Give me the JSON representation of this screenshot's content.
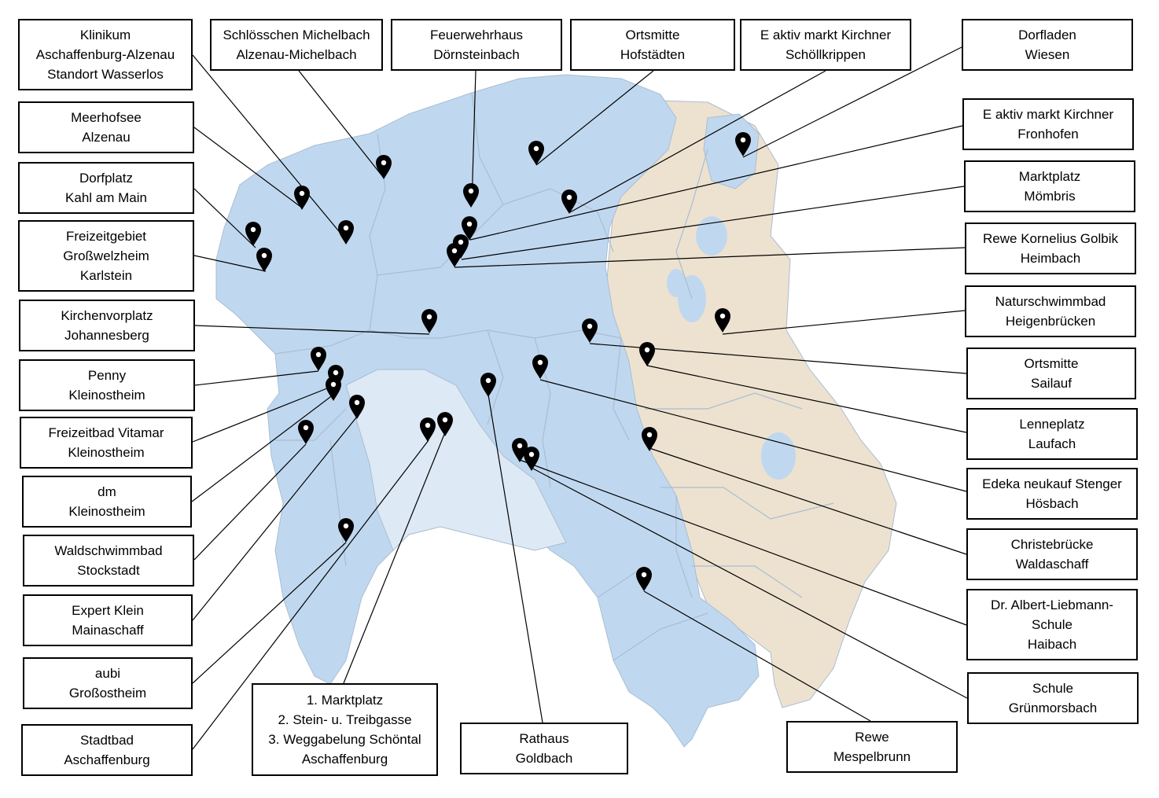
{
  "colors": {
    "district": "#c0d8ef",
    "city": "#dde9f5",
    "neighbour": "#ede2cf",
    "border": "#a9bdd2",
    "water": "#c0d8ef",
    "pin": "#000000",
    "leader": "#000000"
  },
  "pin_icon": "map-marker-icon",
  "labels": [
    {
      "id": "klinikum",
      "lines": [
        "Klinikum",
        "Aschaffenburg-Alzenau",
        "Standort Wasserlos"
      ]
    },
    {
      "id": "schloesschen",
      "lines": [
        "Schlösschen Michelbach",
        "Alzenau-Michelbach"
      ]
    },
    {
      "id": "feuerwehrhaus",
      "lines": [
        "Feuerwehrhaus",
        "Dörnsteinbach"
      ]
    },
    {
      "id": "hofstaedten",
      "lines": [
        "Ortsmitte",
        "Hofstädten"
      ]
    },
    {
      "id": "schoellkrippen",
      "lines": [
        "E aktiv markt Kirchner",
        "Schöllkrippen"
      ]
    },
    {
      "id": "wiesen",
      "lines": [
        "Dorfladen",
        "Wiesen"
      ]
    },
    {
      "id": "meerhofsee",
      "lines": [
        "Meerhofsee",
        "Alzenau"
      ]
    },
    {
      "id": "fronhofen",
      "lines": [
        "E aktiv markt Kirchner",
        "Fronhofen"
      ]
    },
    {
      "id": "kahl",
      "lines": [
        "Dorfplatz",
        "Kahl am Main"
      ]
    },
    {
      "id": "moembris",
      "lines": [
        "Marktplatz",
        "Mömbris"
      ]
    },
    {
      "id": "karlstein",
      "lines": [
        "Freizeitgebiet",
        "Großwelzheim",
        "Karlstein"
      ]
    },
    {
      "id": "heimbach",
      "lines": [
        "Rewe Kornelius Golbik",
        "Heimbach"
      ]
    },
    {
      "id": "johannesberg",
      "lines": [
        "Kirchenvorplatz",
        "Johannesberg"
      ]
    },
    {
      "id": "heigenbruecken",
      "lines": [
        "Naturschwimmbad",
        "Heigenbrücken"
      ]
    },
    {
      "id": "penny",
      "lines": [
        "Penny",
        "Kleinostheim"
      ]
    },
    {
      "id": "sailauf",
      "lines": [
        "Ortsmitte",
        "Sailauf"
      ]
    },
    {
      "id": "vitamar",
      "lines": [
        "Freizeitbad Vitamar",
        "Kleinostheim"
      ]
    },
    {
      "id": "laufach",
      "lines": [
        "Lenneplatz",
        "Laufach"
      ]
    },
    {
      "id": "dm",
      "lines": [
        "dm",
        "Kleinostheim"
      ]
    },
    {
      "id": "hoesbach",
      "lines": [
        "Edeka neukauf Stenger",
        "Hösbach"
      ]
    },
    {
      "id": "stockstadt",
      "lines": [
        "Waldschwimmbad",
        "Stockstadt"
      ]
    },
    {
      "id": "waldaschaff",
      "lines": [
        "Christebrücke",
        "Waldaschaff"
      ]
    },
    {
      "id": "mainaschaff",
      "lines": [
        "Expert Klein",
        "Mainaschaff"
      ]
    },
    {
      "id": "haibach",
      "lines": [
        "Dr. Albert-Liebmann-",
        "Schule",
        "Haibach"
      ]
    },
    {
      "id": "grossostheim",
      "lines": [
        "aubi",
        "Großostheim"
      ]
    },
    {
      "id": "gruenmorsbach",
      "lines": [
        "Schule",
        "Grünmorsbach"
      ]
    },
    {
      "id": "stadtbad",
      "lines": [
        "Stadtbad",
        "Aschaffenburg"
      ]
    },
    {
      "id": "marktplatz_ab",
      "lines": [
        "1. Marktplatz",
        "2. Stein- u. Treibgasse",
        "3. Weggabelung Schöntal",
        "Aschaffenburg"
      ]
    },
    {
      "id": "goldbach",
      "lines": [
        "Rathaus",
        "Goldbach"
      ]
    },
    {
      "id": "mespelbrunn",
      "lines": [
        "Rewe",
        "Mespelbrunn"
      ]
    }
  ]
}
